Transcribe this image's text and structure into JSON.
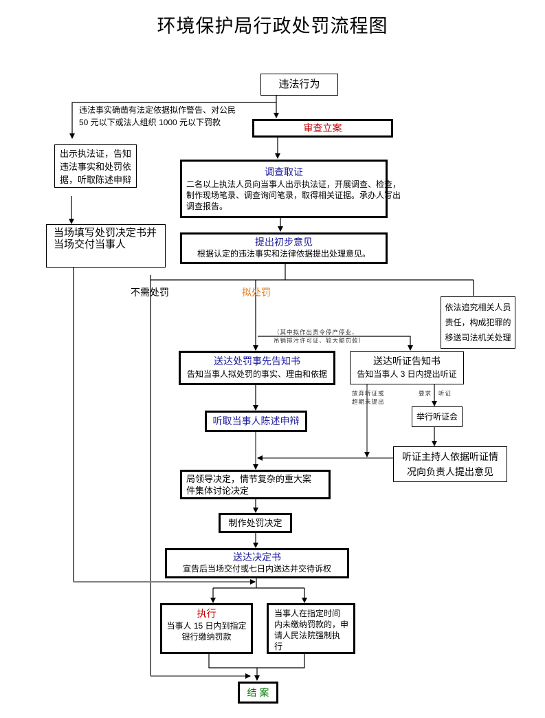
{
  "title": "环境保护局行政处罚流程图",
  "colors": {
    "red": "#c00000",
    "blue": "#1a1a99",
    "orange": "#e07b20",
    "green": "#0a7a0a",
    "black": "#000000",
    "line_gray": "#808080"
  },
  "nodes": {
    "violation": {
      "label": "违法行为"
    },
    "review": {
      "label": "审查立案"
    },
    "show_cert": {
      "lines": [
        "出示执法证，告知",
        "违法事实和处罚依",
        "据，听取陈述申辩"
      ]
    },
    "investigate": {
      "title": "调查取证",
      "lines": [
        "二名以上执法人员向当事人出示执法证，开展调查、检查，",
        "制作现场笔录、调查询问笔录，取得相关证据。承办人写出",
        "调查报告。"
      ]
    },
    "onsite": {
      "lines": [
        "当场填写处罚决定书并",
        "当场交付当事人"
      ]
    },
    "opinion": {
      "title": "提出初步意见",
      "body": "根据认定的违法事实和法律依据提出处理意见。"
    },
    "refer": {
      "lines": [
        "依法追究相关人员",
        "责任，构成犯罪的",
        "移送司法机关处理"
      ]
    },
    "prenotice": {
      "title": "送达处罚事先告知书",
      "body": "告知当事人拟处罚的事实、理由和依据"
    },
    "hearing_notice": {
      "title": "送达听证告知书",
      "body": "告知当事人 3 日内提出听证"
    },
    "statement": {
      "label": "听取当事人陈述申辩"
    },
    "hold_hearing": {
      "label": "举行听证会"
    },
    "host": {
      "lines": [
        "听证主持人依据听证情",
        "况向负责人提出意见"
      ]
    },
    "decision": {
      "lines": [
        "局领导决定，情节复杂的重大案",
        "件集体讨论决定"
      ]
    },
    "make_decision": {
      "label": "制作处罚决定"
    },
    "deliver": {
      "title": "送达决定书",
      "body": "宣告后当场交付或七日内送达并交待诉权"
    },
    "execute": {
      "title": "执行",
      "lines": [
        "当事人 15 日内到指定",
        "银行缴纳罚款"
      ]
    },
    "enforce": {
      "lines": [
        "当事人在指定时间",
        "内未缴纳罚款的，申",
        "请人民法院强制执",
        "行"
      ]
    },
    "close": {
      "label": "结 案"
    }
  },
  "edge_labels": {
    "summary": [
      "违法事实确凿有法定依据拟作警告、对公民",
      "50 元以下或法人组织 1000 元以下罚款"
    ],
    "no_penalty": "不需处罚",
    "propose_penalty": "拟处罚",
    "hearing_condition": [
      "（其中拟作出责令停产停业、",
      "吊销排污许可证、较大额罚款）"
    ],
    "waive_hearing": [
      "放弃听证或",
      "超期未提出"
    ],
    "request": "要求",
    "hearing": "听证"
  }
}
